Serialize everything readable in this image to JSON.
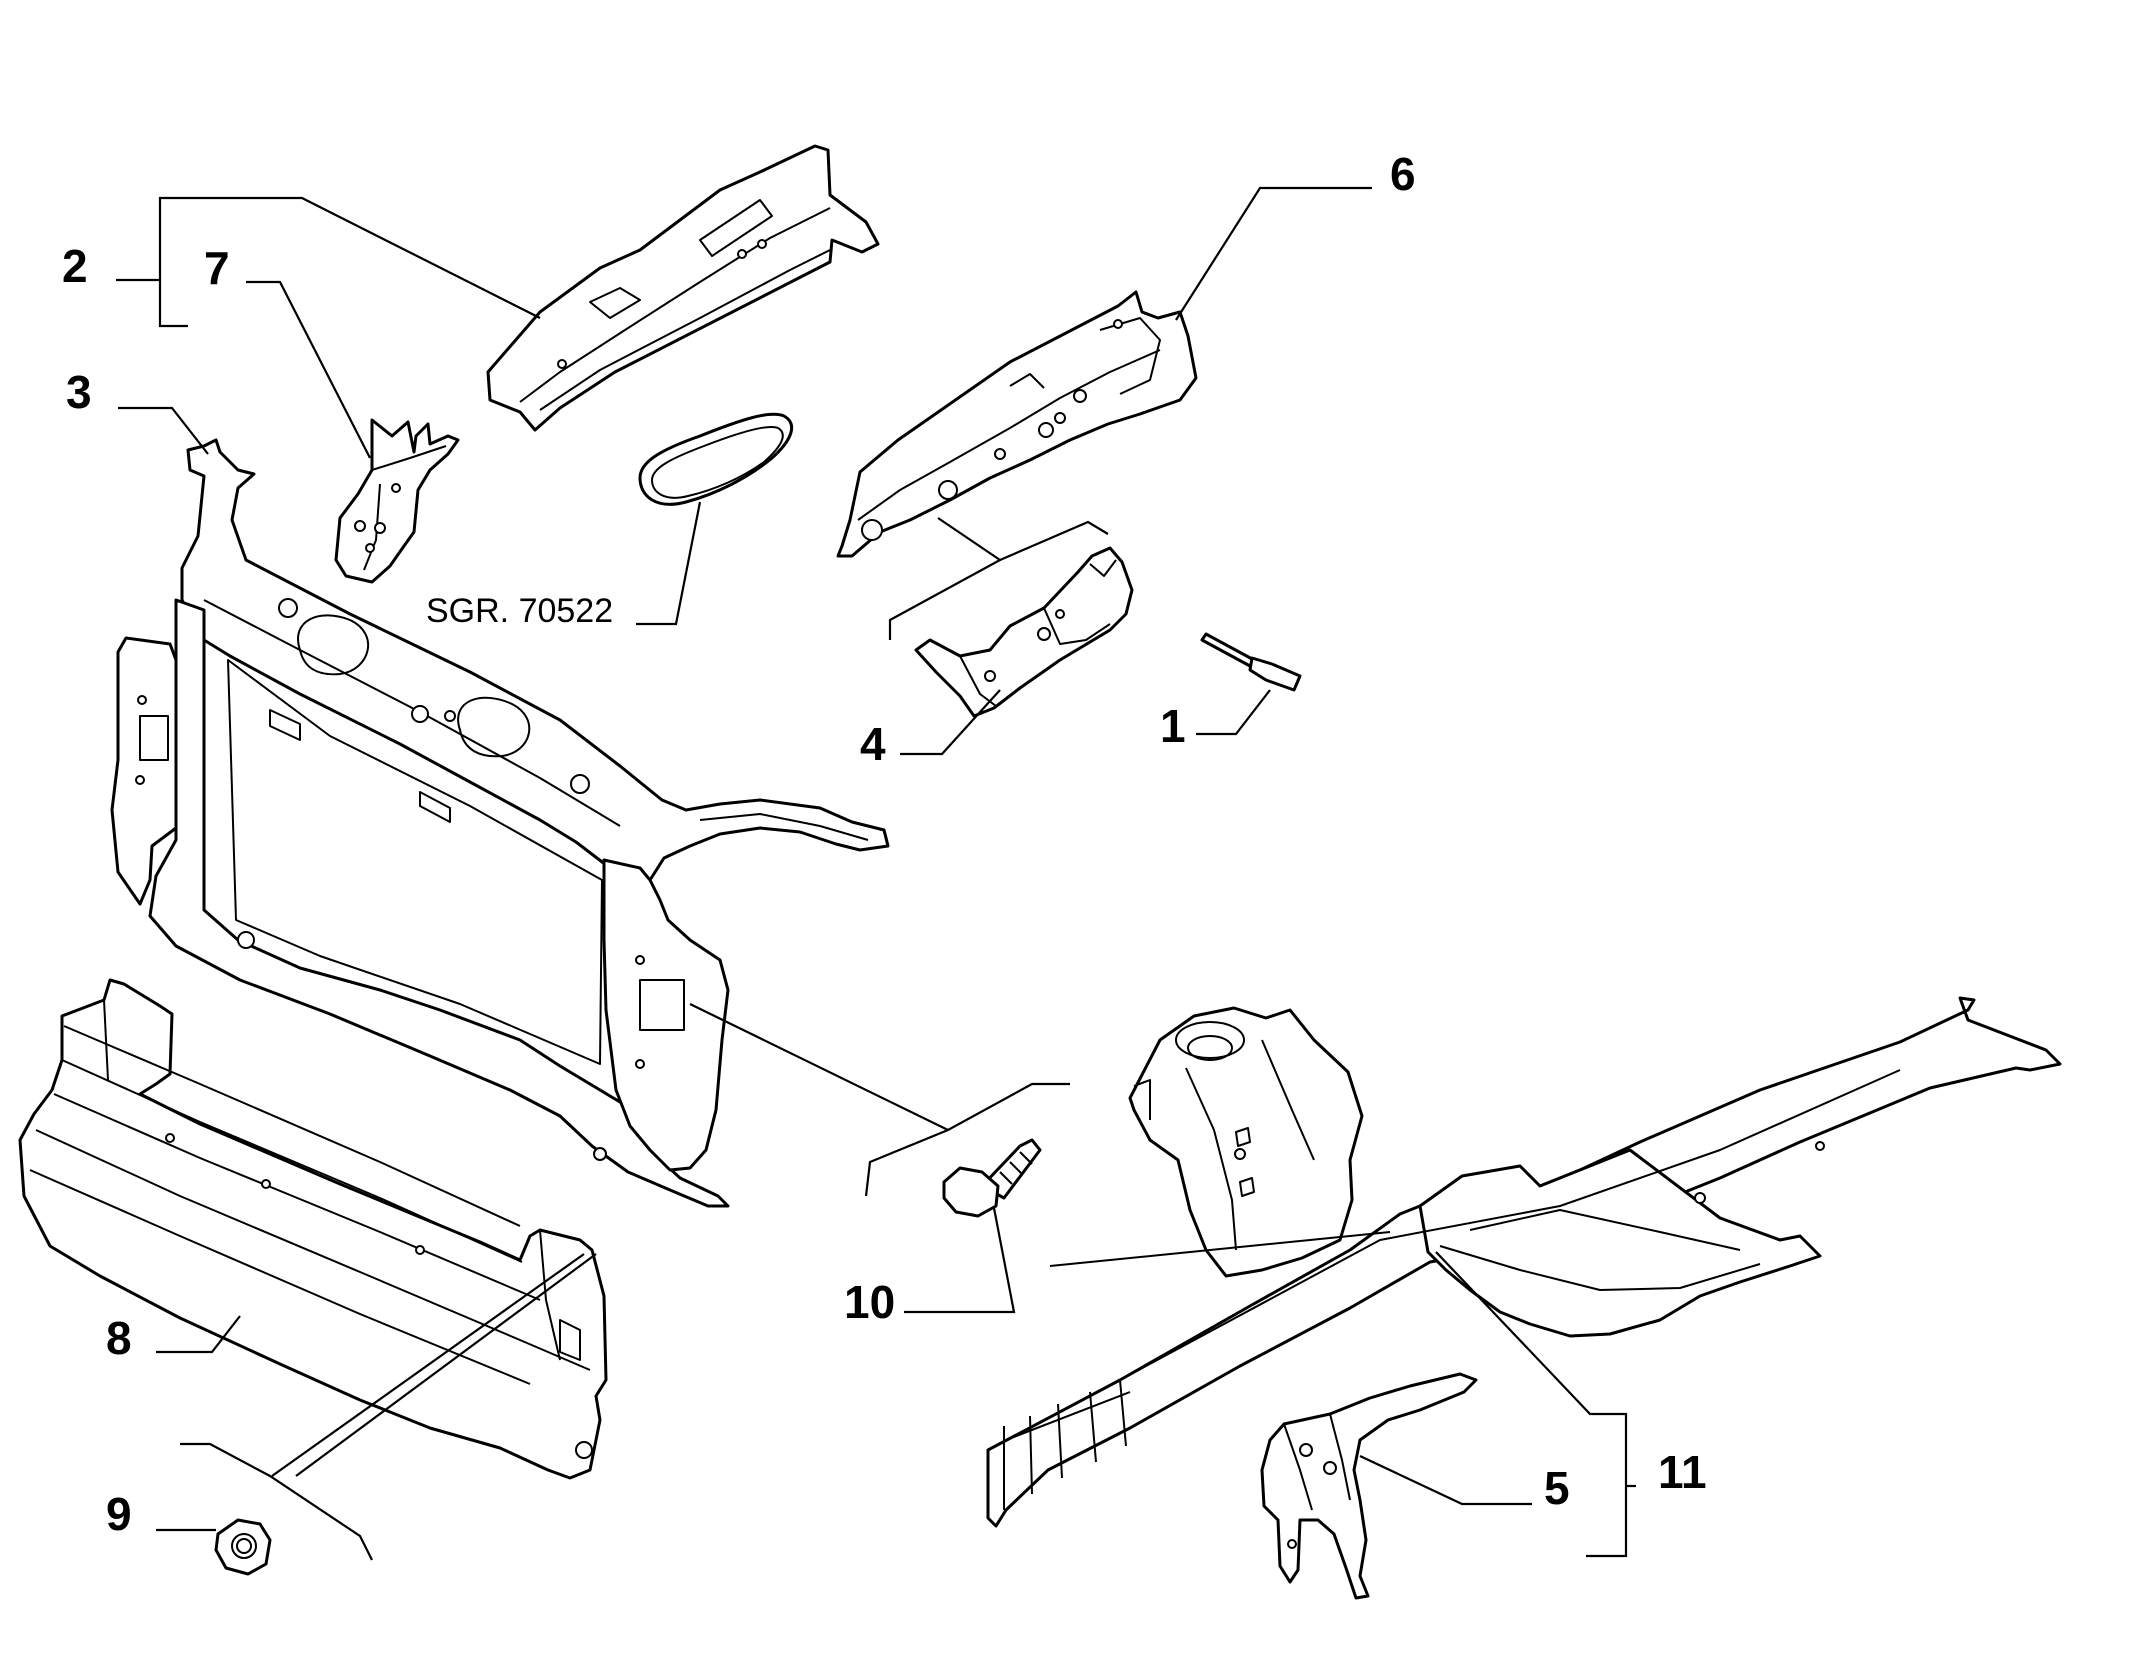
{
  "callouts": {
    "c1": "1",
    "c2": "2",
    "c3": "3",
    "c4": "4",
    "c5": "5",
    "c6": "6",
    "c7": "7",
    "c8": "8",
    "c9": "9",
    "c10": "10",
    "c11": "11"
  },
  "reference": {
    "label": "SGR. 70522"
  },
  "colors": {
    "ink": "#000000",
    "paper": "#ffffff"
  }
}
